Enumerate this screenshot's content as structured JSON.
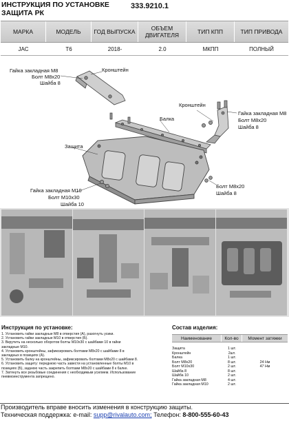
{
  "header": {
    "title_line1": "ИНСТРУКЦИЯ ПО УСТАНОВКЕ",
    "title_line2": "ЗАЩИТА РК",
    "part_number": "333.9210.1"
  },
  "spec_table": {
    "headers": [
      "МАРКА",
      "МОДЕЛЬ",
      "ГОД ВЫПУСКА",
      "ОБЪЕМ ДВИГАТЕЛЯ",
      "ТИП КПП",
      "ТИП ПРИВОДА"
    ],
    "row": [
      "JAC",
      "T6",
      "2018-",
      "2.0",
      "МКПП",
      "ПОЛНЫЙ"
    ]
  },
  "diagram_labels": {
    "nut_m8_top": "Гайка закладная М8",
    "bolt_m8_top": "Болт М8х20",
    "washer_8_top": "Шайба 8",
    "bracket_left": "Кронштейн",
    "bracket_right": "Кронштейн",
    "nut_m8_right": "Гайка закладная М8",
    "bolt_m8_right": "Болт М8х20",
    "washer_8_right": "Шайба 8",
    "beam": "Балка",
    "guard": "Защита",
    "nut_m10": "Гайка закладная М10",
    "bolt_m10": "Болт М10х30",
    "washer_10": "Шайба 10",
    "bolt_m8_bottom": "Болт М8х20",
    "washer_8_bottom": "Шайба 8"
  },
  "instructions": {
    "title": "Инструкция по установке:",
    "steps": [
      "1. Установить гайки закладные М8 в отверстия (А), разогнуть усики.",
      "2. Установить гайки закладные М10 в отверстия (Б).",
      "3. Вкрутить на несколько оборотов болты М10х30 с шайбами 10 в гайки",
      "закладные М10.",
      "4. Установить кронштейны, зафиксировать болтами М8х20 с шайбами 8 в",
      "закладных в позициях (А).",
      "5. Установить балку на кронштейны, зафиксировать болтами М8х20 с шайбами 8.",
      "6. Установить защиту: переднюю часть завести на установленные болты М10 в",
      "позициях (Б), заднюю часть закрепить болтами М8х20 с шайбами 8 к балке.",
      "7. Затянуть все резьбовые соединения с необходимым усилием. Использование",
      "пневмоинструмента запрещено."
    ]
  },
  "kit": {
    "title": "Состав изделия:",
    "headers": [
      "Наименование",
      "Кол-во",
      "Момент затяжки"
    ],
    "items": [
      {
        "name": "Защита",
        "qty": "1 шт."
      },
      {
        "name": "Кронштейн",
        "qty": "2шт."
      },
      {
        "name": "Балка",
        "qty": "1 шт."
      },
      {
        "name": "Болт М8х20",
        "qty": "8 шт."
      },
      {
        "name": "Болт М10х30",
        "qty": "2 шт."
      },
      {
        "name": "Шайба 8",
        "qty": "8 шт."
      },
      {
        "name": "Шайба 10",
        "qty": "2 шт."
      },
      {
        "name": "Гайка закладная М8",
        "qty": "4 шт."
      },
      {
        "name": "Гайка закладная М10",
        "qty": "2 шт."
      }
    ],
    "torque_m8": "24 Нм",
    "torque_m10": "47 Нм"
  },
  "footer": {
    "notice": "Производитель вправе вносить изменения в конструкцию защиты.",
    "support_prefix": "Техническая поддержка:  e-mail: ",
    "email": "supp@rivalauto.com;",
    "phone_prefix": " Телефон: ",
    "phone": "8-800-555-60-43"
  }
}
